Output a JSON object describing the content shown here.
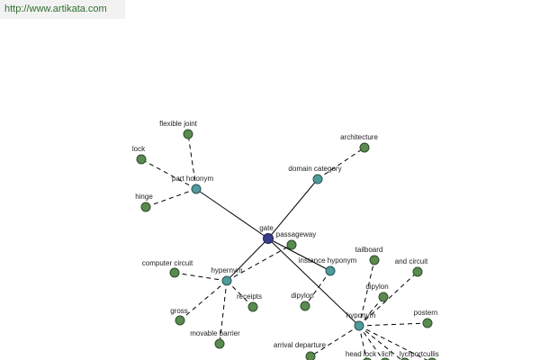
{
  "header": {
    "url": "http://www.artikata.com"
  },
  "graph": {
    "root": {
      "id": "gate",
      "label": "gate"
    },
    "relations": [
      {
        "id": "part-holonym",
        "label": "part holonym"
      },
      {
        "id": "domain-category",
        "label": "domain category"
      },
      {
        "id": "instance-hyponym",
        "label": "instance hyponym"
      },
      {
        "id": "hypernym",
        "label": "hypernym"
      },
      {
        "id": "hyponym",
        "label": "hyponym"
      }
    ],
    "leaves": [
      {
        "id": "flexible-joint",
        "label": "flexible joint",
        "parent": "part-holonym"
      },
      {
        "id": "lock",
        "label": "lock",
        "parent": "part-holonym"
      },
      {
        "id": "hinge",
        "label": "hinge",
        "parent": "part-holonym"
      },
      {
        "id": "architecture",
        "label": "architecture",
        "parent": "domain-category"
      },
      {
        "id": "passageway",
        "label": "passageway",
        "parent": "hypernym"
      },
      {
        "id": "computer-circuit",
        "label": "computer circuit",
        "parent": "hypernym"
      },
      {
        "id": "receipts",
        "label": "receipts",
        "parent": "hypernym"
      },
      {
        "id": "gross",
        "label": "gross",
        "parent": "hypernym"
      },
      {
        "id": "movable-barrier",
        "label": "movable barrier",
        "parent": "hypernym"
      },
      {
        "id": "dipylon-a",
        "label": "dipylon",
        "parent": "instance-hyponym"
      },
      {
        "id": "tailboard",
        "label": "tailboard",
        "parent": "hyponym"
      },
      {
        "id": "and-circuit",
        "label": "and circuit",
        "parent": "hyponym"
      },
      {
        "id": "dipylon-b",
        "label": "dipylon",
        "parent": "hyponym"
      },
      {
        "id": "postern",
        "label": "postern",
        "parent": "hyponym"
      },
      {
        "id": "arrival-departure",
        "label": "arrival departure",
        "parent": "hyponym"
      },
      {
        "id": "head-lock",
        "label": "head lock",
        "parent": "hyponym"
      },
      {
        "id": "lichgate",
        "label": "lich",
        "parent": "hyponym"
      },
      {
        "id": "lychgate",
        "label": "lych",
        "parent": "hyponym"
      },
      {
        "id": "portcullis",
        "label": "portcullis",
        "parent": "hyponym"
      }
    ]
  },
  "colors": {
    "root": "#3a3d8a",
    "relation": "#4f9a9a",
    "leaf": "#5a8a50",
    "url_text": "#2f6f2f",
    "url_bg": "#f2f2f2"
  }
}
